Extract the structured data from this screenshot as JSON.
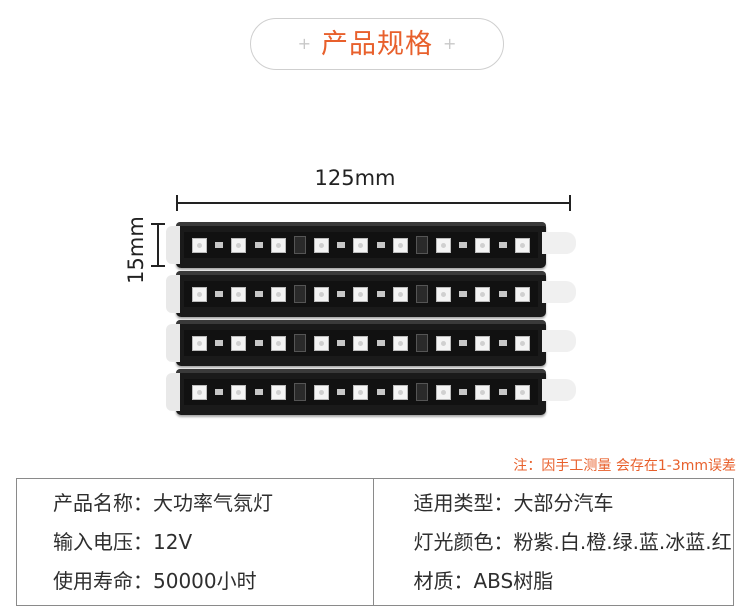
{
  "title": {
    "text": "产品规格",
    "plus": "+"
  },
  "dimensions": {
    "width_label": "125mm",
    "height_label": "15mm"
  },
  "note": "注：因手工测量 会存在1-3mm误差",
  "specs": {
    "left": [
      {
        "label": "产品名称：",
        "value": "大功率气氛灯"
      },
      {
        "label": "输入电压：",
        "value": "12V"
      },
      {
        "label": "使用寿命：",
        "value": "50000小时"
      }
    ],
    "right": [
      {
        "label": "适用类型：",
        "value": "大部分汽车"
      },
      {
        "label": "灯光颜色：",
        "value": "粉紫.白.橙.绿.蓝.冰蓝.红"
      },
      {
        "label": "材质：",
        "value": "ABS树脂"
      }
    ]
  },
  "colors": {
    "accent": "#e8602c",
    "strip": "#1a1a1a"
  }
}
